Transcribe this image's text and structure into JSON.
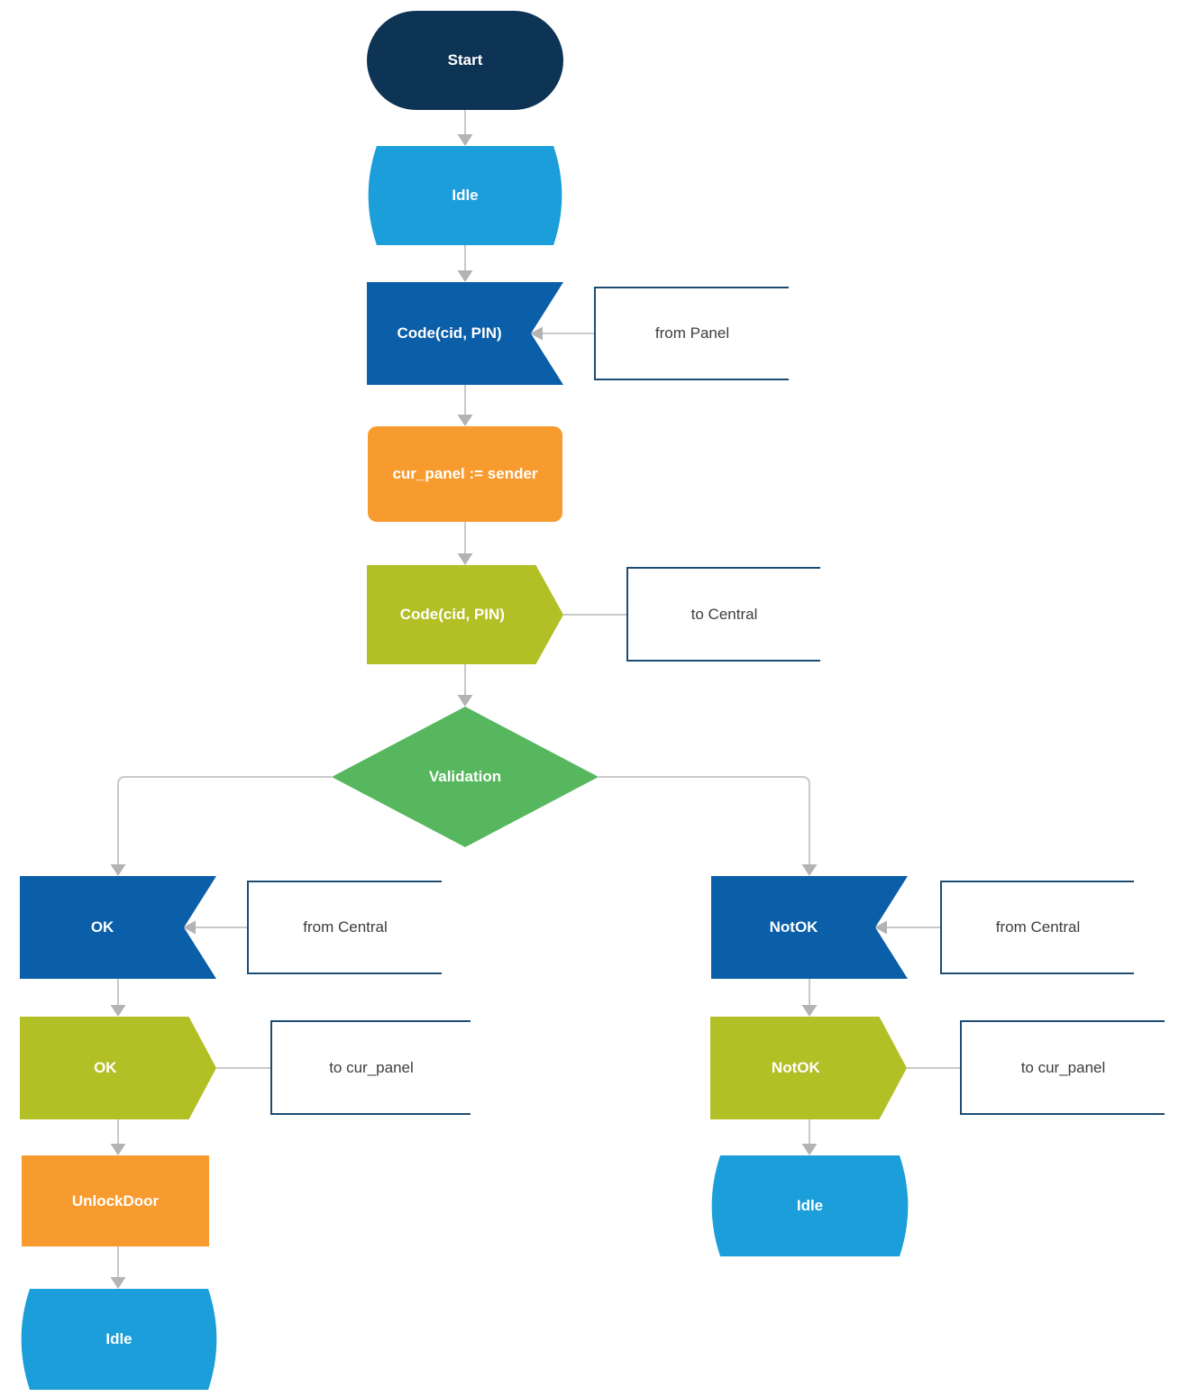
{
  "palette": {
    "navy": "#0d3355",
    "sky": "#1b9ed9",
    "blue": "#0b5ea8",
    "orange": "#f89b2f",
    "olive": "#b2bf25",
    "green": "#57b75f",
    "comment_border": "#1d4c72",
    "comment_text": "#3d3d3d",
    "line": "#c9c9c9",
    "arrow": "#b3b3b3",
    "background": "#ffffff"
  },
  "nodes": {
    "start": {
      "label": "Start"
    },
    "idle_top": {
      "label": "Idle"
    },
    "input_code": {
      "label": "Code(cid, PIN)"
    },
    "comment_from_panel": {
      "label": "from Panel"
    },
    "assign_cur_panel": {
      "label": "cur_panel := sender"
    },
    "output_code": {
      "label": "Code(cid, PIN)"
    },
    "comment_to_central": {
      "label": "to Central"
    },
    "decision_validation": {
      "label": "Validation"
    },
    "input_ok": {
      "label": "OK"
    },
    "comment_from_central_left": {
      "label": "from Central"
    },
    "output_ok": {
      "label": "OK"
    },
    "comment_to_cur_panel_left": {
      "label": "to cur_panel"
    },
    "task_unlock_door": {
      "label": "UnlockDoor"
    },
    "idle_bottom_left": {
      "label": "Idle"
    },
    "input_notok": {
      "label": "NotOK"
    },
    "comment_from_central_right": {
      "label": "from Central"
    },
    "output_notok": {
      "label": "NotOK"
    },
    "comment_to_cur_panel_right": {
      "label": "to cur_panel"
    },
    "idle_bottom_right": {
      "label": "Idle"
    }
  }
}
